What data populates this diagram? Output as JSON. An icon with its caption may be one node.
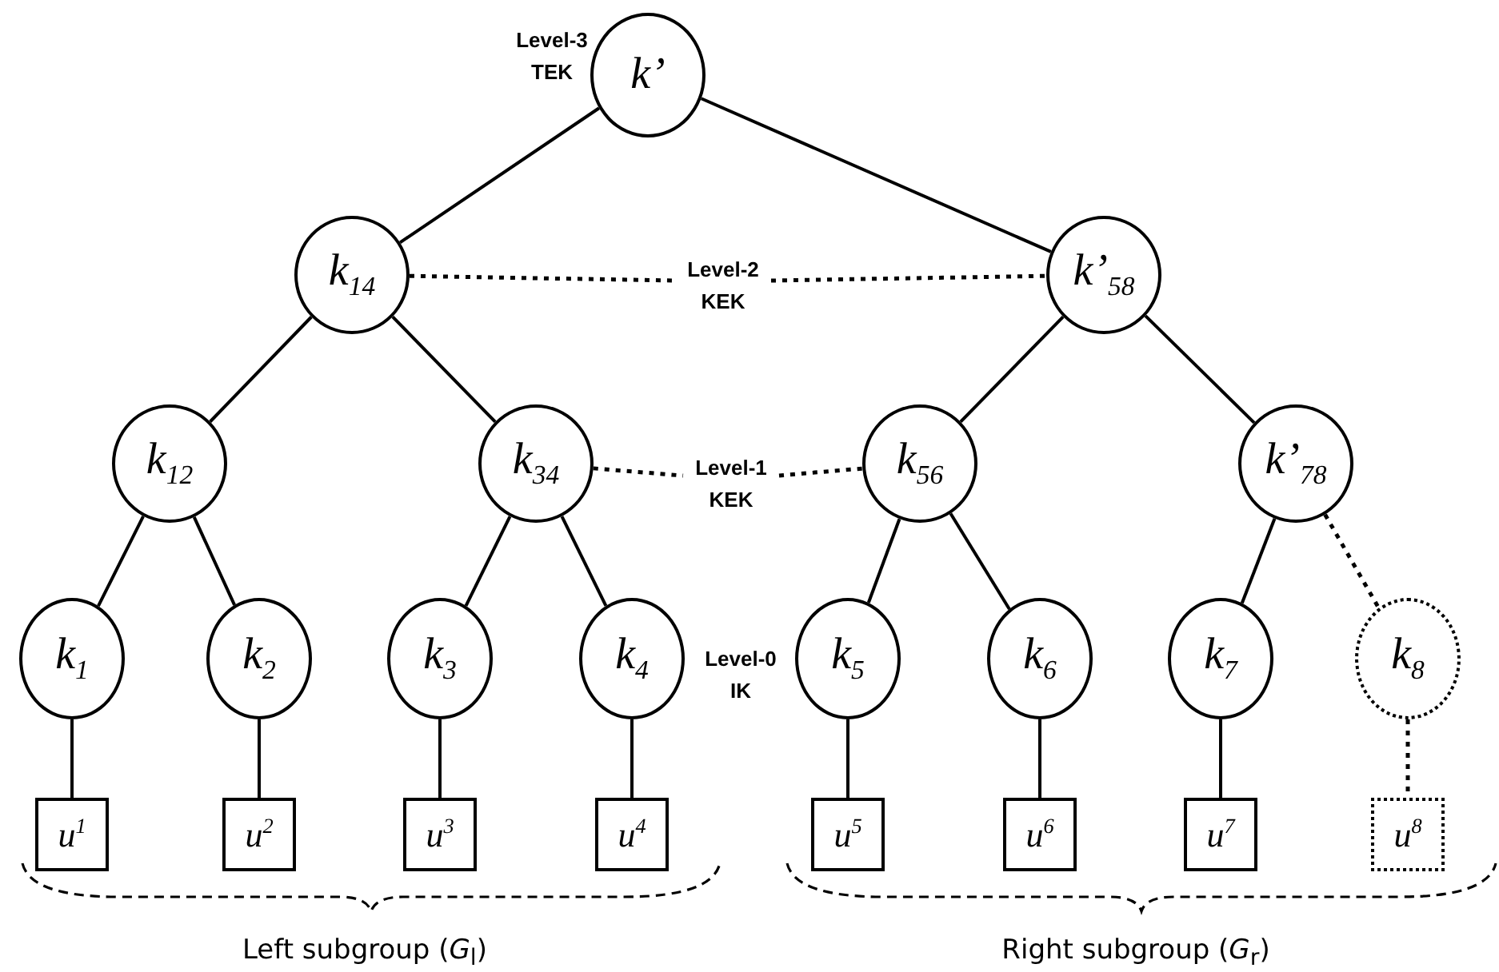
{
  "diagram": {
    "nodes": [
      {
        "text": [
          "k’"
        ]
      },
      {
        "text": [
          "k$_{14}$"
        ]
      },
      {
        "text": [
          "Level-2 KEK"
        ]
      },
      {
        "text": [
          "k’$_{58}$"
        ]
      },
      {
        "text": [
          "k$_{12}$"
        ]
      },
      {
        "text": [
          "k$_{34}$"
        ]
      },
      {
        "text": [
          "k$_{56}$"
        ]
      },
      {
        "text": [
          "k’$_{78}$"
        ]
      },
      {
        "text": [
          "Level-1 KEK"
        ]
      },
      {
        "text": [
          "k$_{1}$"
        ]
      },
      {
        "text": [
          "k$_{2}$"
        ]
      },
      {
        "text": [
          "k$_{3}$"
        ]
      },
      {
        "text": [
          "k$_{4}$"
        ]
      },
      {
        "text": [
          "k$_{5}$"
        ]
      },
      {
        "text": [
          "k$_{6}$"
        ]
      },
      {
        "text": [
          "k$_{7}$"
        ]
      },
      {
        "text": [
          "k$_{8}$"
        ]
      },
      {
        "text": [
          "u$^{1}$"
        ]
      },
      {
        "text": [
          "u$^{2}$"
        ]
      },
      {
        "text": [
          "u$^{3}$"
        ]
      },
      {
        "text": [
          "u$^{4}$"
        ]
      },
      {
        "text": [
          "u$^{5}$"
        ]
      },
      {
        "text": [
          "u$^{6}$"
        ]
      },
      {
        "text": [
          "u$^{7}$"
        ]
      },
      {
        "text": [
          "u$^{8}$"
        ]
      }
    ],
    "edges": [
      {
        "from": 0,
        "to": 1,
        "arrow": "none"
      },
      {
        "from": 0,
        "to": 3,
        "arrow": "none"
      },
      {
        "from": 1,
        "to": 2,
        "arrow": "none",
        "style": "dashed"
      },
      {
        "from": 2,
        "to": 3,
        "arrow": "none",
        "style": "dashed"
      },
      {
        "from": 1,
        "to": 4,
        "arrow": "none"
      },
      {
        "from": 1,
        "to": 5,
        "arrow": "none"
      },
      {
        "from": 3,
        "to": 6,
        "arrow": "none"
      },
      {
        "from": 3,
        "to": 7,
        "arrow": "none"
      },
      {
        "from": 5,
        "to": 8,
        "arrow": "none",
        "style": "dashed"
      },
      {
        "from": 8,
        "to": 6,
        "arrow": "none",
        "style": "dashed"
      },
      {
        "from": 4,
        "to": 9,
        "arrow": "none"
      },
      {
        "from": 4,
        "to": 10,
        "arrow": "none"
      },
      {
        "from": 5,
        "to": 11,
        "arrow": "none"
      },
      {
        "from": 5,
        "to": 12,
        "arrow": "none"
      },
      {
        "from": 6,
        "to": 13,
        "arrow": "none"
      },
      {
        "from": 6,
        "to": 14,
        "arrow": "none"
      },
      {
        "from": 7,
        "to": 15,
        "arrow": "none"
      },
      {
        "from": 7,
        "to": 16,
        "arrow": "none",
        "style": "dashed"
      },
      {
        "from": 9,
        "to": 17,
        "arrow": "none"
      },
      {
        "from": 10,
        "to": 18,
        "arrow": "none"
      },
      {
        "from": 11,
        "to": 19,
        "arrow": "none"
      },
      {
        "from": 12,
        "to": 20,
        "arrow": "none"
      },
      {
        "from": 13,
        "to": 21,
        "arrow": "none"
      },
      {
        "from": 14,
        "to": 22,
        "arrow": "none"
      },
      {
        "from": 15,
        "to": 23,
        "arrow": "none"
      },
      {
        "from": 16,
        "to": 24,
        "arrow": "none",
        "style": "dashed"
      }
    ],
    "labels": [
      "Level-3 TEK",
      "Level-0 IK",
      "Left subgroup (*G*$_{l}$)",
      "Right subgroup (*G*$_{r}$)"
    ]
  }
}
